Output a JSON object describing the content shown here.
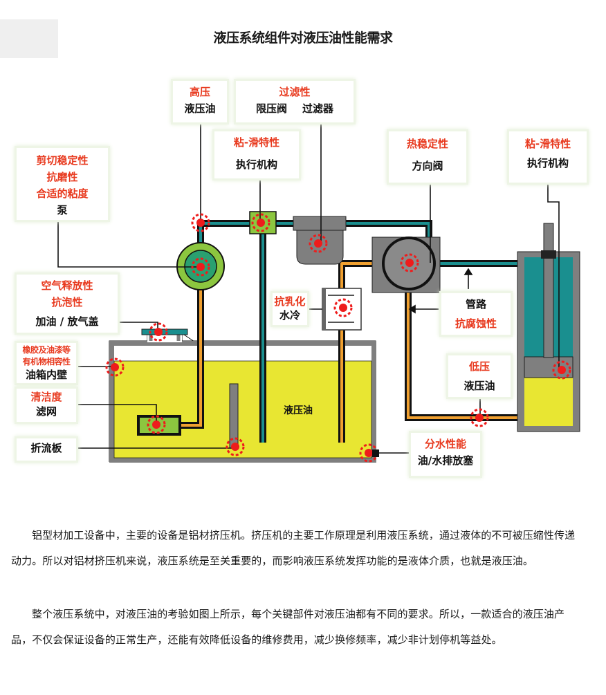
{
  "title": "液压系统组件对液压油性能需求",
  "labels": {
    "high_pressure": {
      "requirement": "高压",
      "component": "液压油"
    },
    "filtration": {
      "requirement": "过滤性",
      "component_a": "限压阀",
      "component_b": "过滤器"
    },
    "stick_slip_left": {
      "requirement": "粘-滑特性",
      "component": "执行机构"
    },
    "thermal_stability": {
      "requirement": "热稳定性",
      "component": "方向阀"
    },
    "stick_slip_right": {
      "requirement": "粘-滑特性",
      "component": "执行机构"
    },
    "pump": {
      "requirements": [
        "剪切稳定性",
        "抗磨性",
        "合适的粘度"
      ],
      "component": "泵"
    },
    "air_release": {
      "requirements": [
        "空气释放性",
        "抗泡性"
      ],
      "component": "加油 / 放气盖"
    },
    "emulsion": {
      "requirement": "抗乳化",
      "component": "水冷"
    },
    "pipeline": {
      "component": "管路",
      "requirement": "抗腐蚀性"
    },
    "tank_wall": {
      "requirements": [
        "橡胶及油漆等",
        "有机物相容性"
      ],
      "component": "油箱内壁"
    },
    "cleanliness": {
      "requirement": "清洁度",
      "component": "滤网"
    },
    "baffle": {
      "component": "折流板"
    },
    "low_pressure": {
      "requirement": "低压",
      "component": "液压油"
    },
    "water_separation": {
      "requirement": "分水性能",
      "component": "油/水排放塞"
    }
  },
  "tank_label": "液压油",
  "colors": {
    "requirement_text": "#e83a1f",
    "hydraulic_oil": "#e8e632",
    "high_pressure_line": "#1a8f8f",
    "low_pressure_line": "#f0a030",
    "component_gray": "#7f7f7f",
    "pump_green": "#8cc63f",
    "hotspot_red": "#ee1c1c"
  },
  "paragraphs": [
    "铝型材加工设备中，主要的设备是铝材挤压机。挤压机的主要工作原理是利用液压系统，通过液体的不可被压缩性传递动力。所以对铝材挤压机来说，液压系统是至关重要的，而影响液压系统发挥功能的是液体介质，也就是液压油。",
    "整个液压系统中，对液压油的考验如图上所示，每个关键部件对液压油都有不同的要求。所以，一款适合的液压油产品，不仅会保证设备的正常生产，还能有效降低设备的维修费用，减少换修频率，减少非计划停机等益处。"
  ]
}
